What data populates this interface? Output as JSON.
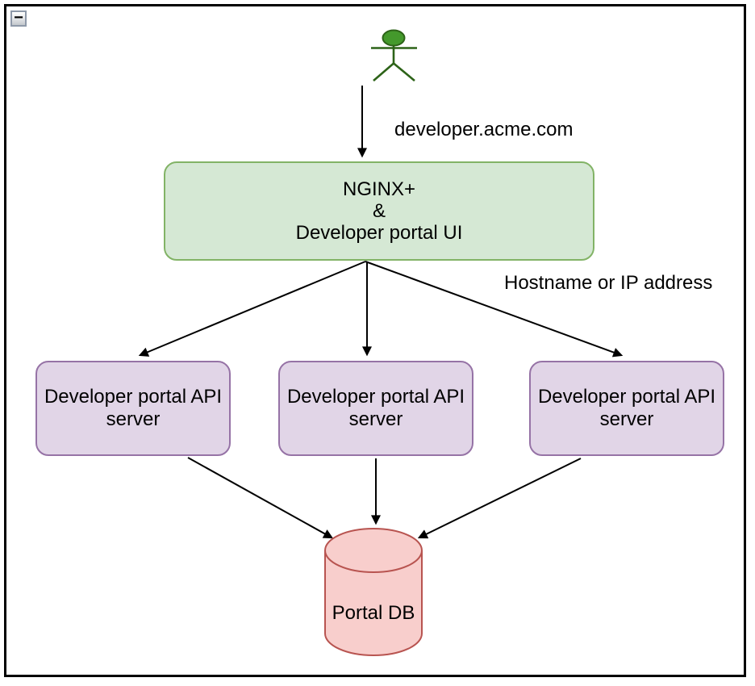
{
  "window": {
    "collapse_button_glyph": "−"
  },
  "colors": {
    "canvas_background": "#ffffff",
    "frame_border": "#000000",
    "arrow": "#000000",
    "nginx_fill": "#d5e8d4",
    "nginx_stroke": "#82b366",
    "api_server_fill": "#e1d5e7",
    "api_server_stroke": "#9673a6",
    "db_fill": "#f8cecc",
    "db_stroke": "#b85450",
    "actor_fill": "#44992c",
    "actor_stroke": "#2d6318"
  },
  "diagram": {
    "actor": {
      "name": "user"
    },
    "labels": {
      "user_edge": "developer.acme.com",
      "servers_edge": "Hostname or IP address"
    },
    "nginx_node": {
      "lines": [
        "NGINX+",
        "&",
        "Developer portal UI"
      ]
    },
    "api_server_nodes": [
      {
        "label": "Developer portal API server"
      },
      {
        "label": "Developer portal API server"
      },
      {
        "label": "Developer portal API server"
      }
    ],
    "db_node": {
      "label": "Portal DB"
    }
  }
}
